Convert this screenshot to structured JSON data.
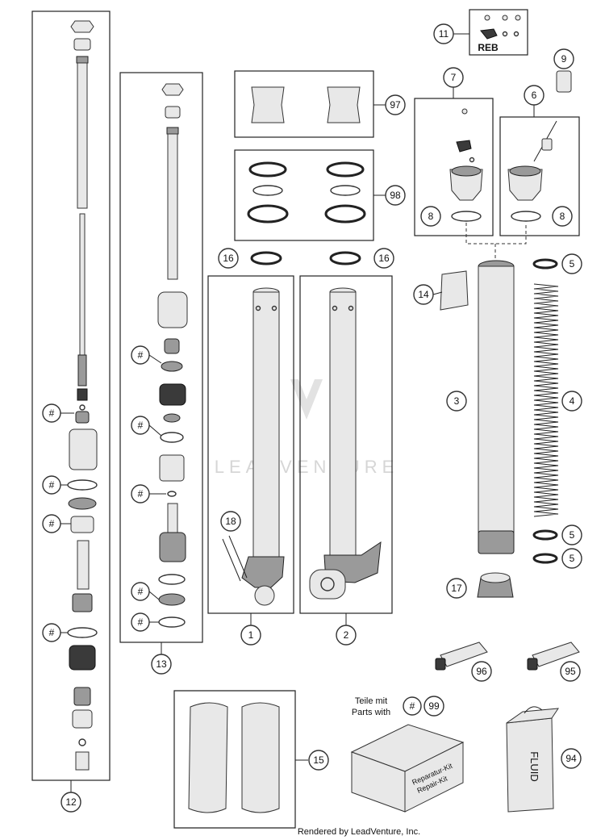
{
  "callouts": {
    "c1": "1",
    "c2": "2",
    "c3": "3",
    "c4": "4",
    "c5a": "5",
    "c5b": "5",
    "c5c": "5",
    "c6": "6",
    "c7": "7",
    "c8a": "8",
    "c8b": "8",
    "c9": "9",
    "c11": "11",
    "c12": "12",
    "c13": "13",
    "c14": "14",
    "c15": "15",
    "c16a": "16",
    "c16b": "16",
    "c17": "17",
    "c18": "18",
    "c94": "94",
    "c95": "95",
    "c96": "96",
    "c97": "97",
    "c98": "98",
    "c99": "99",
    "hash": "#"
  },
  "labels": {
    "reb": "REB",
    "parts_line1": "Teile mit",
    "parts_line2": "Parts with",
    "kit_line1": "Reparatur-Kit",
    "kit_line2": "Repair-Kit",
    "fluid": "FLUID",
    "watermark": "LEADVENTURE",
    "footer": "Rendered by LeadVenture, Inc."
  }
}
